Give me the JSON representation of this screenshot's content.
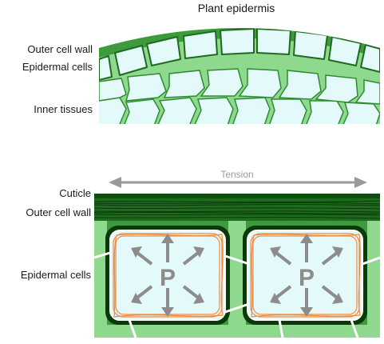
{
  "title": "Plant epidermis",
  "top_panel": {
    "labels": {
      "outer_cell_wall": "Outer cell wall",
      "epidermal_cells": "Epidermal cells",
      "inner_tissues": "Inner tissues"
    }
  },
  "bottom_panel": {
    "tension_label": "Tension",
    "labels": {
      "cuticle": "Cuticle",
      "outer_cell_wall": "Outer cell wall",
      "epidermal_cells": "Epidermal cells"
    },
    "pressure_symbol": "P"
  },
  "colors": {
    "wall_dark_green": "#1e6b1e",
    "wall_mid_green": "#3d9a3d",
    "light_green": "#8fd98f",
    "cell_fill": "#e4fafa",
    "fiber_orange": "#f08a3c",
    "arrow_gray": "#8c8c8c"
  }
}
